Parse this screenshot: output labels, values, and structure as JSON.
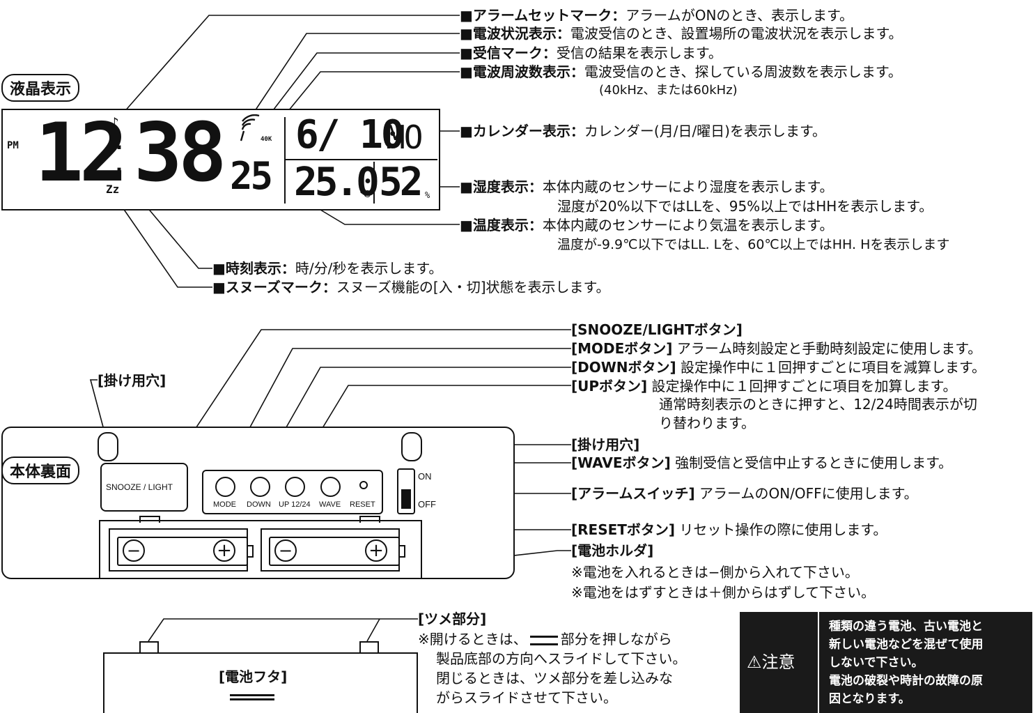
{
  "sections": {
    "lcd_title": "液晶表示",
    "back_title": "本体裏面"
  },
  "lcd": {
    "pm": "PM",
    "hour": "12",
    "minute": "38",
    "second": "25",
    "freq": "40K",
    "date": "6/ 10",
    "weekday": "MO",
    "temperature": "25.0",
    "temp_unit": "℃",
    "humidity": "52",
    "humidity_unit": "%",
    "snooze_mark": "Zz"
  },
  "lcd_labels": {
    "alarm_mark": {
      "title": "■アラームセットマーク：",
      "desc": "アラームがONのとき、表示します。"
    },
    "signal_status": {
      "title": "■電波状況表示：",
      "desc": "電波受信のとき、設置場所の電波状況を表示します。"
    },
    "reception_mark": {
      "title": "■受信マーク：",
      "desc": "受信の結果を表示します。"
    },
    "frequency": {
      "title": "■電波周波数表示：",
      "desc": "電波受信のとき、探している周波数を表示します。",
      "note": "(40kHz、または60kHz)"
    },
    "calendar": {
      "title": "■カレンダー表示：",
      "desc": "カレンダー(月/日/曜日)を表示します。"
    },
    "humidity": {
      "title": "■湿度表示：",
      "desc": "本体内蔵のセンサーにより湿度を表示します。",
      "note": "湿度が20%以下ではLLを、95%以上ではHHを表示します。"
    },
    "temperature": {
      "title": "■温度表示：",
      "desc": "本体内蔵のセンサーにより気温を表示します。",
      "note": "温度が-9.9℃以下ではLL. Lを、60℃以上ではHH. Hを表示します"
    },
    "time": {
      "title": "■時刻表示：",
      "desc": "時/分/秒を表示します。"
    },
    "snooze": {
      "title": "■スヌーズマーク：",
      "desc": "スヌーズ機能の[入・切]状態を表示します。"
    }
  },
  "back_labels": {
    "snooze_light": {
      "title": "[SNOOZE/LIGHTボタン]"
    },
    "mode": {
      "title": "[MODEボタン]",
      "desc": "アラーム時刻設定と手動時刻設定に使用します。"
    },
    "down": {
      "title": "[DOWNボタン]",
      "desc": "設定操作中に１回押すごとに項目を減算します。"
    },
    "up": {
      "title": "[UPボタン]",
      "desc": "設定操作中に１回押すごとに項目を加算します。",
      "note1": "通常時刻表示のときに押すと、12/24時間表示が切",
      "note2": "り替わります。"
    },
    "hang_hole_left": {
      "title": "[掛け用穴]"
    },
    "hang_hole_right": {
      "title": "[掛け用穴]"
    },
    "wave": {
      "title": "[WAVEボタン]",
      "desc": "強制受信と受信中止するときに使用します。"
    },
    "alarm_switch": {
      "title": "[アラームスイッチ]",
      "desc": "アラームのON/OFFに使用します。"
    },
    "reset": {
      "title": "[RESETボタン]",
      "desc": "リセット操作の際に使用します。"
    },
    "battery_holder": {
      "title": "[電池ホルダ]",
      "note1": "※電池を入れるときは−側から入れて下さい。",
      "note2": "※電池をはずすときは＋側からはずして下さい。"
    }
  },
  "device": {
    "snooze_light_button": "SNOOZE / LIGHT",
    "buttons": [
      "MODE",
      "DOWN",
      "UP 12/24",
      "WAVE",
      "RESET"
    ],
    "switch_on": "ON",
    "switch_off": "OFF",
    "minus": "−",
    "plus": "+"
  },
  "battery_cover": {
    "label": "[電池フタ]",
    "claw_title": "[ツメ部分]",
    "line1": "※開けるときは、",
    "line1b": "部分を押しながら",
    "line2": "製品底部の方向へスライドして下さい。",
    "line3": "閉じるときは、ツメ部分を差し込みな",
    "line4": "がらスライドさせて下さい。"
  },
  "caution": {
    "heading": "注意",
    "line1": "種類の違う電池、古い電池と",
    "line2": "新しい電池などを混ぜて使用",
    "line3": "しないで下さい。",
    "line4": "電池の破裂や時計の故障の原",
    "line5": "因となります。"
  }
}
